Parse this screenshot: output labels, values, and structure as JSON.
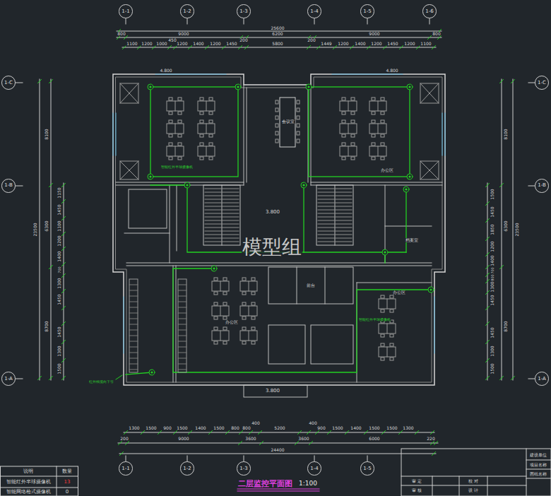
{
  "diagram": {
    "title": "二层监控平面图",
    "nodes": [
      {
        "text": [
          "1-1"
        ]
      },
      {
        "text": [
          "1-2"
        ]
      },
      {
        "text": [
          "1-3"
        ]
      },
      {
        "text": [
          "1-4"
        ]
      },
      {
        "text": [
          "1-5"
        ]
      },
      {
        "text": [
          "1-6"
        ]
      },
      {
        "text": [
          "1-C"
        ]
      },
      {
        "text": [
          "1-C"
        ]
      },
      {
        "text": [
          "1-B"
        ]
      },
      {
        "text": [
          "1-B"
        ]
      },
      {
        "text": [
          "1-A"
        ]
      },
      {
        "text": [
          "1-A"
        ]
      },
      {
        "text": [
          "1-1"
        ]
      },
      {
        "text": [
          "1-2"
        ]
      },
      {
        "text": [
          "1-3"
        ]
      },
      {
        "text": [
          "1-4"
        ]
      },
      {
        "text": [
          "1-5"
        ]
      }
    ],
    "labels": [
      "25600",
      "800",
      "9000",
      "200",
      "6200",
      "200",
      "9000",
      "800",
      "1100",
      "1200",
      "1000",
      "450",
      "1200",
      "1400",
      "1200",
      "1450",
      "5800",
      "1449",
      "1200",
      "1400",
      "1200",
      "1450",
      "1200",
      "1100",
      "4.800",
      "4.800",
      "会议室",
      "智能红外半球摄像机",
      "办公区",
      "3.800",
      "档案室",
      "办公区",
      "前台",
      "办公区",
      "智能红外半球摄像机",
      "红外线缆向下引",
      "3.800",
      "8100",
      "6300",
      "8700",
      "23500",
      "1150",
      "1450",
      "1100",
      "1200",
      "1400",
      "700",
      "1300",
      "1450",
      "1450",
      "1300",
      "1500",
      "8100",
      "6300",
      "8700",
      "23500",
      "1500",
      "1450",
      "1850",
      "1200",
      "1400",
      "700",
      "800",
      "1300",
      "1450",
      "1450",
      "1300",
      "1500",
      "1300",
      "1500",
      "900",
      "1500",
      "1400",
      "1500",
      "800",
      "800",
      "400",
      "5200",
      "400",
      "900",
      "1500",
      "1400",
      "1500",
      "1500",
      "1300",
      "200",
      "9000",
      "3600",
      "3600",
      "6000",
      "220",
      "24400",
      "1:100",
      "模型组",
      "说明",
      "数量",
      "智能红外半球摄像机",
      "13",
      "智能网络枪式摄像机",
      "0",
      "审 定",
      "校 对",
      "审 核",
      "设 计",
      "建设单位",
      "项目名称",
      "图纸名称"
    ]
  }
}
